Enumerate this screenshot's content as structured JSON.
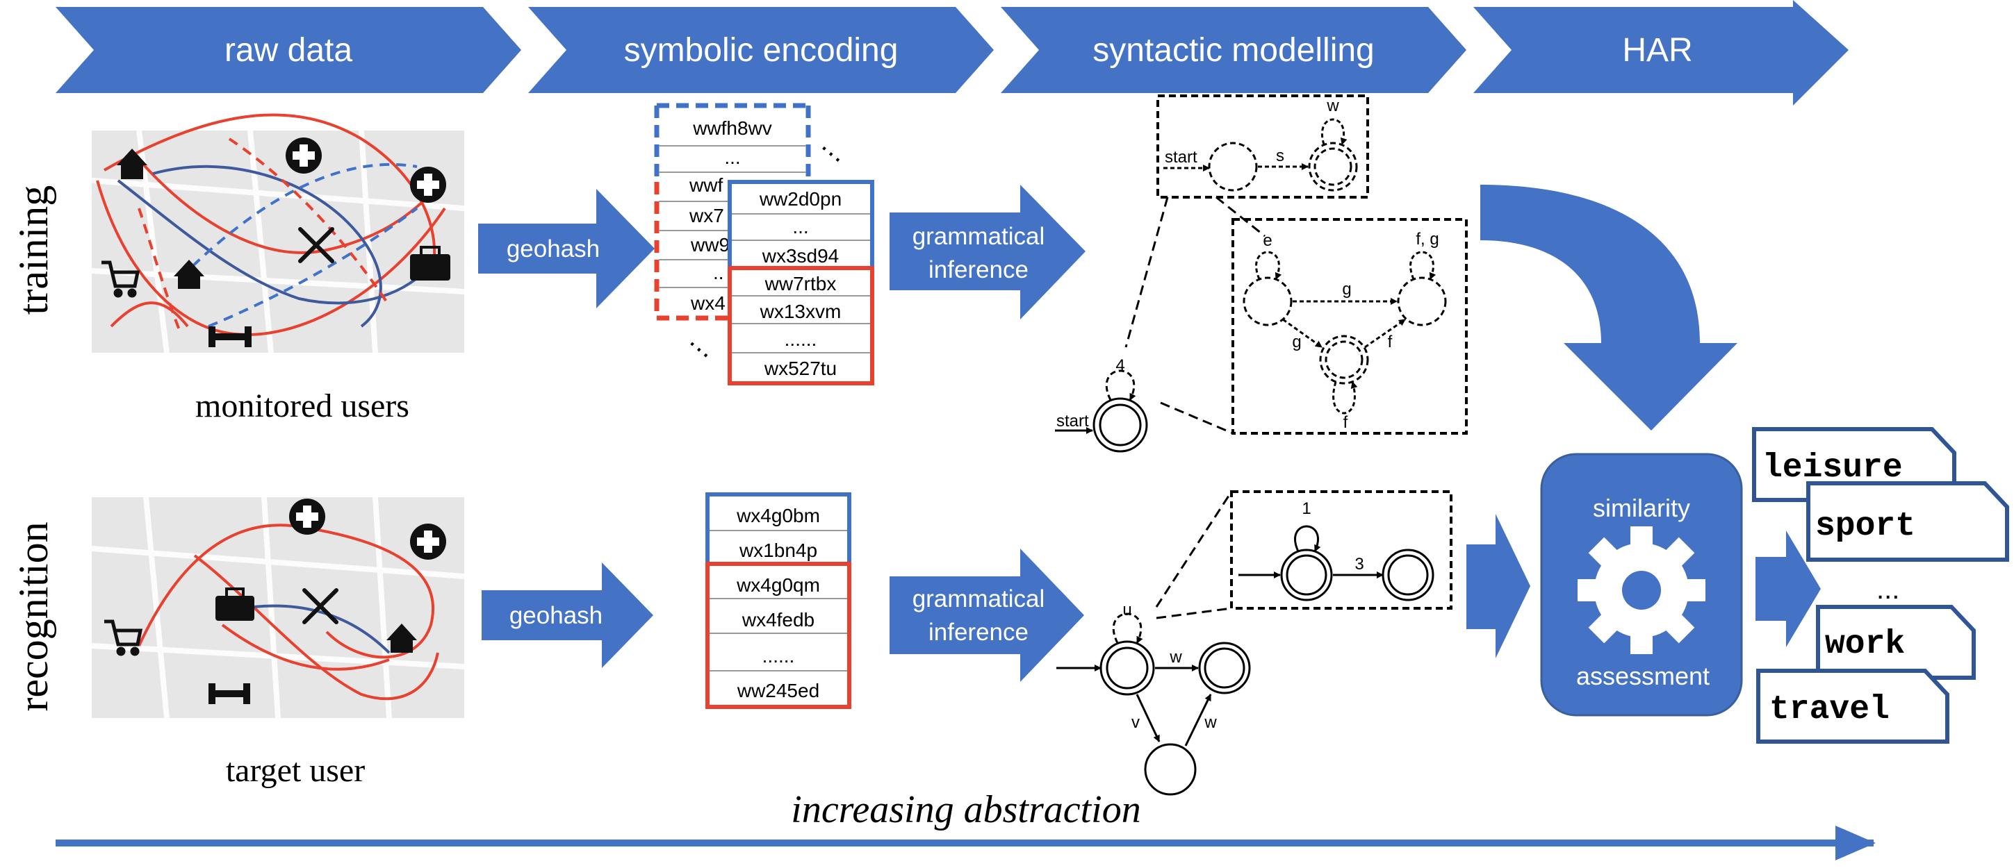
{
  "stages": [
    "raw data",
    "symbolic encoding",
    "syntactic modelling",
    "HAR"
  ],
  "rows": {
    "training": "training",
    "recognition": "recognition"
  },
  "captions": {
    "monitored": "monitored users",
    "target": "target user",
    "abstraction": "increasing abstraction"
  },
  "arrows": {
    "geohash": "geohash",
    "gi_line1": "grammatical",
    "gi_line2": "inference"
  },
  "training_list_back": [
    "wwfh8wv",
    "...",
    "wwf",
    "wx7",
    "ww9",
    "..",
    "wx4"
  ],
  "training_list_front": [
    "ww2d0pn",
    "...",
    "wx3sd94",
    "ww7rtbx",
    "wx13xvm",
    "......",
    "wx527tu"
  ],
  "dots": "…",
  "recognition_list": [
    "wx4g0bm",
    "wx1bn4p",
    "wx4g0qm",
    "wx4fedb",
    "......",
    "ww245ed"
  ],
  "automaton_training": {
    "top_box": {
      "start": "start",
      "s": "s",
      "w": "w"
    },
    "big_box": {
      "e": "e",
      "fg": "f, g",
      "g_top": "g",
      "g_left": "g",
      "f_right": "f",
      "f_bottom": "f"
    },
    "main": {
      "loop": "4",
      "start": "start"
    }
  },
  "automaton_recognition": {
    "box": {
      "loop": "1",
      "edge": "3"
    },
    "main": {
      "u": "u",
      "w_top": "w",
      "v": "v",
      "w_right": "w"
    }
  },
  "similarity": {
    "line1": "similarity",
    "line2": "assessment"
  },
  "activities": [
    "leisure",
    "sport",
    "...",
    "work",
    "travel"
  ],
  "colors": {
    "blue": "#4472c4",
    "red": "#e8412f",
    "dashed_blue": "#3f72c8"
  }
}
